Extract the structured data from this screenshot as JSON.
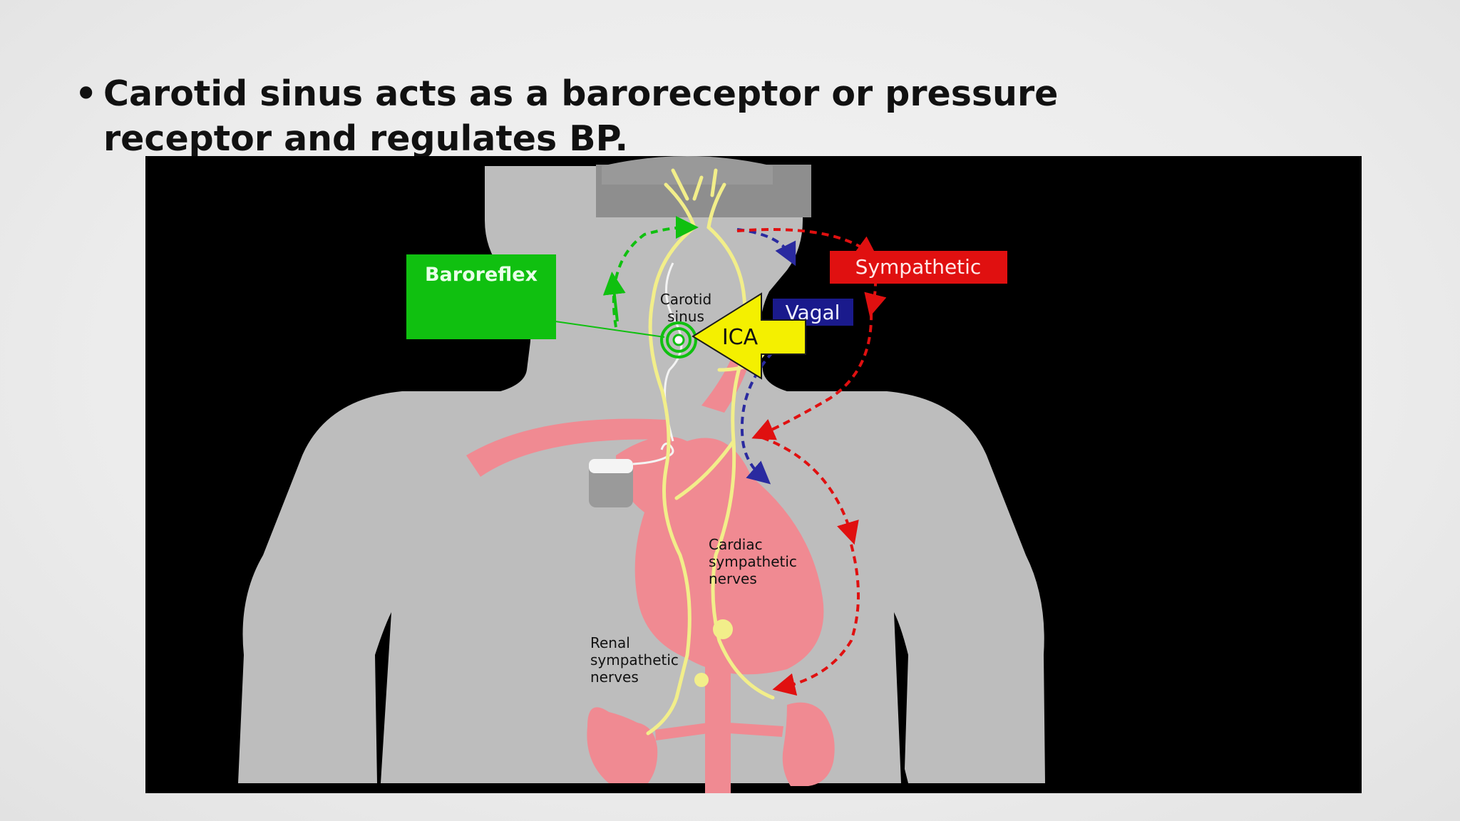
{
  "slide": {
    "bullet": "•",
    "text": "Carotid sinus acts as a baroreceptor or pressure receptor and regulates BP."
  },
  "diagram": {
    "baroreflex_label": "Baroreflex",
    "sympathetic_label": "Sympathetic",
    "vagal_label": "Vagal",
    "ica_label": "ICA",
    "carotid_sinus_line1": "Carotid",
    "carotid_sinus_line2": "sinus",
    "cardiac_line1": "Cardiac",
    "cardiac_line2": "sympathetic",
    "cardiac_line3": "nerves",
    "renal_line1": "Renal",
    "renal_line2": "sympathetic",
    "renal_line3": "nerves",
    "colors": {
      "baroreflex": "#10c010",
      "sympathetic": "#e01010",
      "vagal": "#1a1a8c",
      "ica_arrow": "#f4f000",
      "nerve": "#f2ee8a",
      "organ": "#f08a92",
      "body": "#bdbdbd"
    }
  }
}
